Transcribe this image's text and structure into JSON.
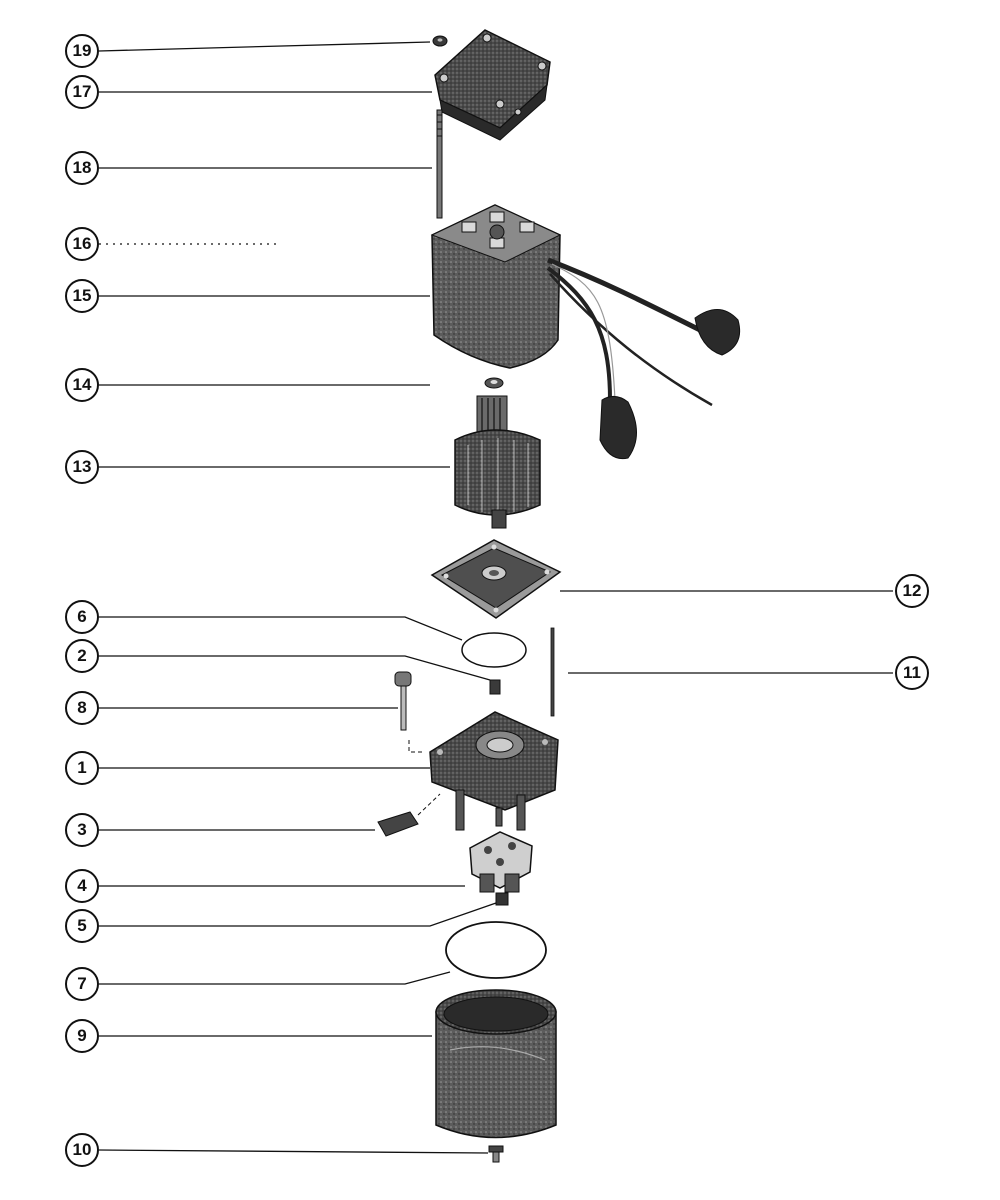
{
  "callouts": {
    "c19": "19",
    "c17": "17",
    "c18": "18",
    "c16": "16",
    "c15": "15",
    "c14": "14",
    "c13": "13",
    "c12": "12",
    "c6": "6",
    "c2": "2",
    "c11": "11",
    "c8": "8",
    "c1": "1",
    "c3": "3",
    "c4": "4",
    "c5": "5",
    "c7": "7",
    "c9": "9",
    "c10": "10"
  },
  "colors": {
    "line": "#111111",
    "part_dark": "#3a3a3a",
    "part_mid": "#6e6e6e",
    "part_light": "#bdbdbd"
  }
}
